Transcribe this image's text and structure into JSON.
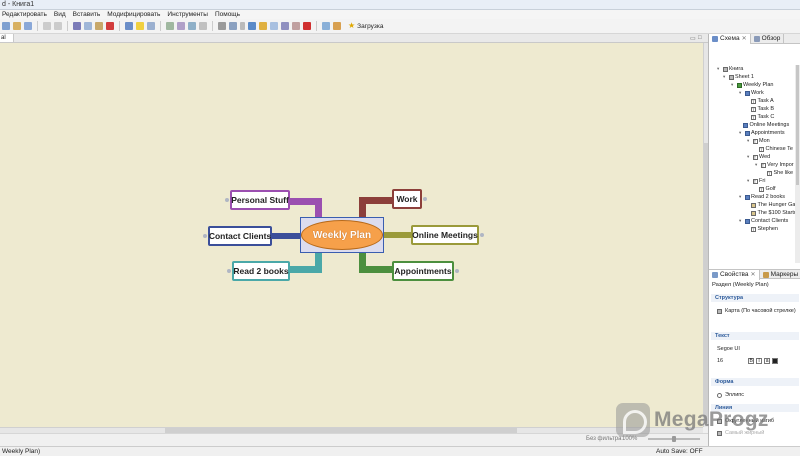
{
  "window": {
    "title": "d - Книга1"
  },
  "menu": [
    "Редактировать",
    "Вид",
    "Вставить",
    "Модифицировать",
    "Инструменты",
    "Помощь"
  ],
  "toolbar": {
    "load_label": "Загрузка"
  },
  "editor": {
    "tab_label": "al"
  },
  "mindmap": {
    "central": "Weekly Plan",
    "topics": {
      "personal": "Personal Stuff",
      "contacts": "Contact Clients",
      "books": "Read 2 books",
      "work": "Work",
      "meetings": "Online Meetings",
      "appointments": "Appointments"
    }
  },
  "zoombar": {
    "filter": "Без фильтра",
    "zoom": "100%"
  },
  "status": {
    "left": "Weekly Plan)",
    "right": "Auto Save: OFF"
  },
  "outline_panel": {
    "tab_outline": "Схема",
    "tab_overview": "Обзор",
    "items": [
      {
        "label": "Книга"
      },
      {
        "label": "Sheet 1"
      },
      {
        "label": "Weekly Plan"
      },
      {
        "label": "Work"
      },
      {
        "label": "Task A"
      },
      {
        "label": "Task B"
      },
      {
        "label": "Task C"
      },
      {
        "label": "Online Meetings"
      },
      {
        "label": "Appointments"
      },
      {
        "label": "Mon"
      },
      {
        "label": "Chinese Te"
      },
      {
        "label": "Wed"
      },
      {
        "label": "Very Impor"
      },
      {
        "label": "She like"
      },
      {
        "label": "Fri"
      },
      {
        "label": "Golf"
      },
      {
        "label": "Read 2 books"
      },
      {
        "label": "The Hunger Ga"
      },
      {
        "label": "The $100 Startu"
      },
      {
        "label": "Contact Clients"
      },
      {
        "label": "Stephen"
      }
    ]
  },
  "props_panel": {
    "tab_props": "Свойства",
    "tab_markers": "Маркеры",
    "title": "Раздел (Weekly Plan)",
    "section_structure": "Структура",
    "structure_value": "Карта (По часовой стрелке)",
    "section_text": "Текст",
    "font_name": "Segoe UI",
    "font_size": "16",
    "section_shape": "Форма",
    "shape_value": "Эллипс",
    "section_line": "Линия",
    "line_value": "Округленный изгиб",
    "line_dim_value": "Самый жирный"
  },
  "watermark": {
    "text": "MegaProgz"
  },
  "colors": {
    "canvas": "#eeead0",
    "central_fill": "#f6a04a",
    "personal": "#9b4fb0",
    "contacts": "#3b4f9a",
    "books": "#4aa8a8",
    "work": "#8c3f3a",
    "meetings": "#9a9a3a",
    "appointments": "#4c8f3e"
  }
}
